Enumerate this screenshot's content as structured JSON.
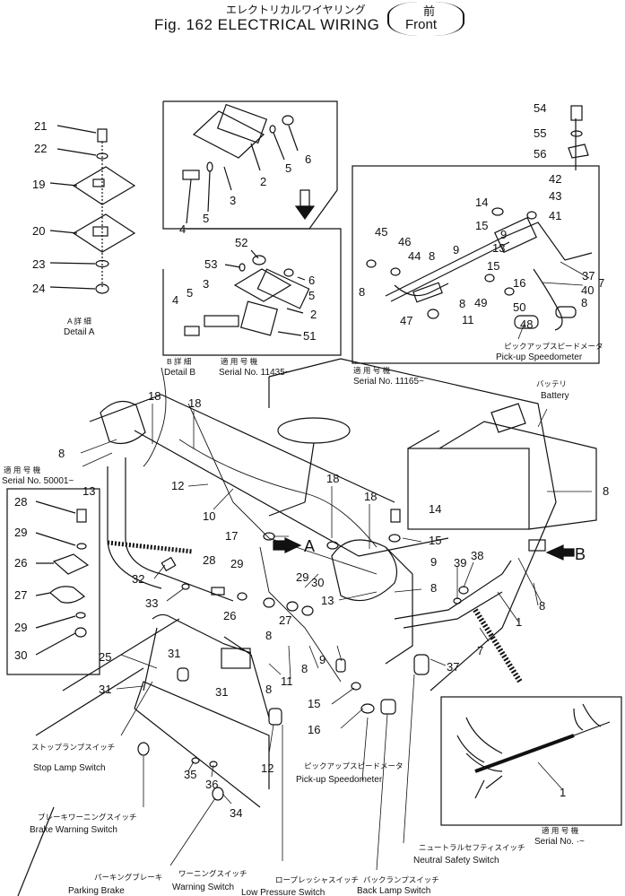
{
  "header": {
    "title_jp": "エレクトリカルワイヤリング",
    "title_en": "Fig. 162 ELECTRICAL WIRING",
    "front_jp": "前",
    "front_en": "Front"
  },
  "details": {
    "a_jp": "A 詳 細",
    "a_en": "Detail A",
    "b_jp": "B 詳 細",
    "b_en": "Detail B"
  },
  "serials": {
    "label_jp": "適 用 号 機",
    "s11435": "Serial No. 11435~",
    "s11165": "Serial No. 11165~",
    "s50001": "Serial No. 50001~",
    "s_latest": "Serial No. ·~"
  },
  "components": {
    "battery_jp": "バッテリ",
    "battery_en": "Battery",
    "pickup_jp": "ピックアップスピードメータ",
    "pickup_en": "Pick-up Speedometer",
    "pickup2_en": "Pick-up Speedometer",
    "stop_lamp_jp": "ストップランプスイッチ",
    "stop_lamp_en": "Stop Lamp Switch",
    "brake_warn_jp": "ブレーキワーニングスイッチ",
    "brake_warn_en": "Brake Warning Switch",
    "parking_jp": "パーキングブレーキ",
    "parking_en": "Parking  Brake",
    "warning_jp": "ワーニングスイッチ",
    "warning_en": "Warning Switch",
    "low_pressure_jp": "ロープレッシャスイッチ",
    "low_pressure_en": "Low Pressure Switch",
    "back_lamp_jp": "バックランプスイッチ",
    "back_lamp_en": "Back Lamp Switch",
    "neutral_jp": "ニュートラルセフティスイッチ",
    "neutral_en": "Neutral Safety Switch"
  },
  "arrows": {
    "a": "A",
    "b": "B"
  },
  "callouts": {
    "c21": "21",
    "c22": "22",
    "c19": "19",
    "c20": "20",
    "c23": "23",
    "c24": "24",
    "b_2": "2",
    "b_5a": "5",
    "b_6": "6",
    "b_4": "4",
    "b_5b": "5",
    "b_3": "3",
    "b2_52": "52",
    "b2_53": "53",
    "b2_6": "6",
    "b2_5a": "5",
    "b2_4": "4",
    "b2_5b": "5",
    "b2_3": "3",
    "b2_2": "2",
    "b2_51": "51",
    "p_54": "54",
    "p_55": "55",
    "p_56": "56",
    "p_42": "42",
    "p_43": "43",
    "p_41": "41",
    "p_14": "14",
    "p_15a": "15",
    "p_9": "9",
    "p_13": "13",
    "p_45": "45",
    "p_46": "46",
    "p_44": "44",
    "p_8a": "8",
    "p_9b": "9",
    "p_15b": "15",
    "p_37": "37",
    "p_7": "7",
    "p_40": "40",
    "p_16": "16",
    "p_8b": "8",
    "p_8c": "8",
    "p_8d": "8",
    "p_49": "49",
    "p_50": "50",
    "p_11": "11",
    "p_47": "47",
    "p_48": "48",
    "m_18a": "18",
    "m_18b": "18",
    "m_8a": "8",
    "m_13a": "13",
    "m_12a": "12",
    "m_10": "10",
    "m_18c": "18",
    "m_18d": "18",
    "m_14": "14",
    "m_15": "15",
    "m_17": "17",
    "m_8b": "8",
    "m_9a": "9",
    "m_38": "38",
    "m_39": "39",
    "m_32": "32",
    "m_28": "28",
    "m_29a": "29",
    "m_29b": "29",
    "m_30": "30",
    "m_33": "33",
    "m_13b": "13",
    "m_8c": "8",
    "m_8d": "8",
    "m_1": "1",
    "m_26": "26",
    "m_27": "27",
    "m_8e": "8",
    "m_25": "25",
    "m_31a": "31",
    "m_31b": "31",
    "m_31c": "31",
    "m_11": "11",
    "m_8f": "8",
    "m_9b": "9",
    "m_7": "7",
    "m_37": "37",
    "m_8g": "8",
    "m_15b": "15",
    "m_16": "16",
    "m_12b": "12",
    "m_35": "35",
    "m_36": "36",
    "m_34": "34",
    "s_28": "28",
    "s_29a": "29",
    "s_26": "26",
    "s_27": "27",
    "s_29b": "29",
    "s_30": "30",
    "h_1": "1"
  }
}
